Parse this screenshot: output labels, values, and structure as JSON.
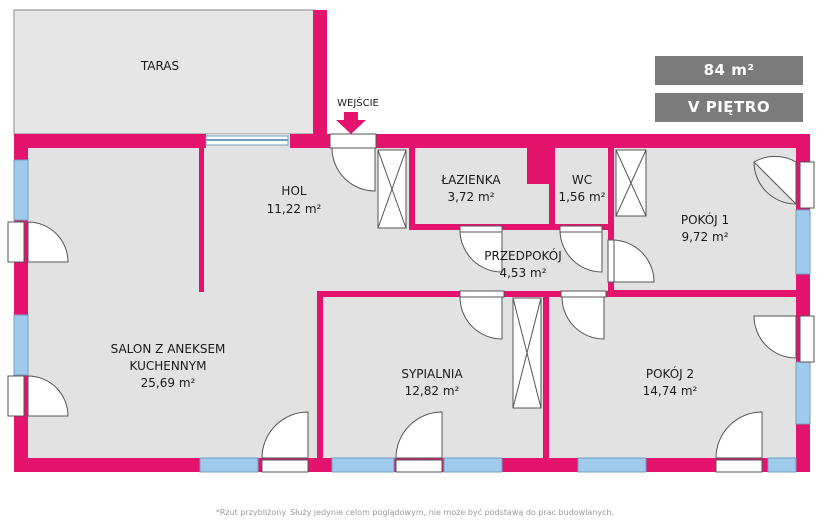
{
  "summary": {
    "area": "84 m²",
    "floor": "V PIĘTRO"
  },
  "labels": {
    "terrace": "TARAS",
    "entrance": "WEJŚCIE"
  },
  "rooms": [
    {
      "id": "hol",
      "name": "HOL",
      "area": "11,22 m²"
    },
    {
      "id": "lazienka",
      "name": "ŁAZIENKA",
      "area": "3,72 m²"
    },
    {
      "id": "wc",
      "name": "WC",
      "area": "1,56 m²"
    },
    {
      "id": "pokoj1",
      "name": "POKÓJ 1",
      "area": "9,72 m²"
    },
    {
      "id": "przedpokoj",
      "name": "PRZEDPOKÓJ",
      "area": "4,53 m²"
    },
    {
      "id": "salon",
      "name": "SALON Z ANEKSEM",
      "name2": "KUCHENNYM",
      "area": "25,69 m²"
    },
    {
      "id": "sypialnia",
      "name": "SYPIALNIA",
      "area": "12,82 m²"
    },
    {
      "id": "pokoj2",
      "name": "POKÓJ 2",
      "area": "14,74 m²"
    }
  ],
  "footnote": "*Rzut przybliżony. Służy jedynie celom poglądowym, nie może być podstawą do prac budowlanych.",
  "colors": {
    "wall": "#e4136e",
    "floor": "#e2e2e2",
    "terrace": "#e6e6e6",
    "window": "#9ecbeb",
    "badge": "#7b7b7b"
  }
}
